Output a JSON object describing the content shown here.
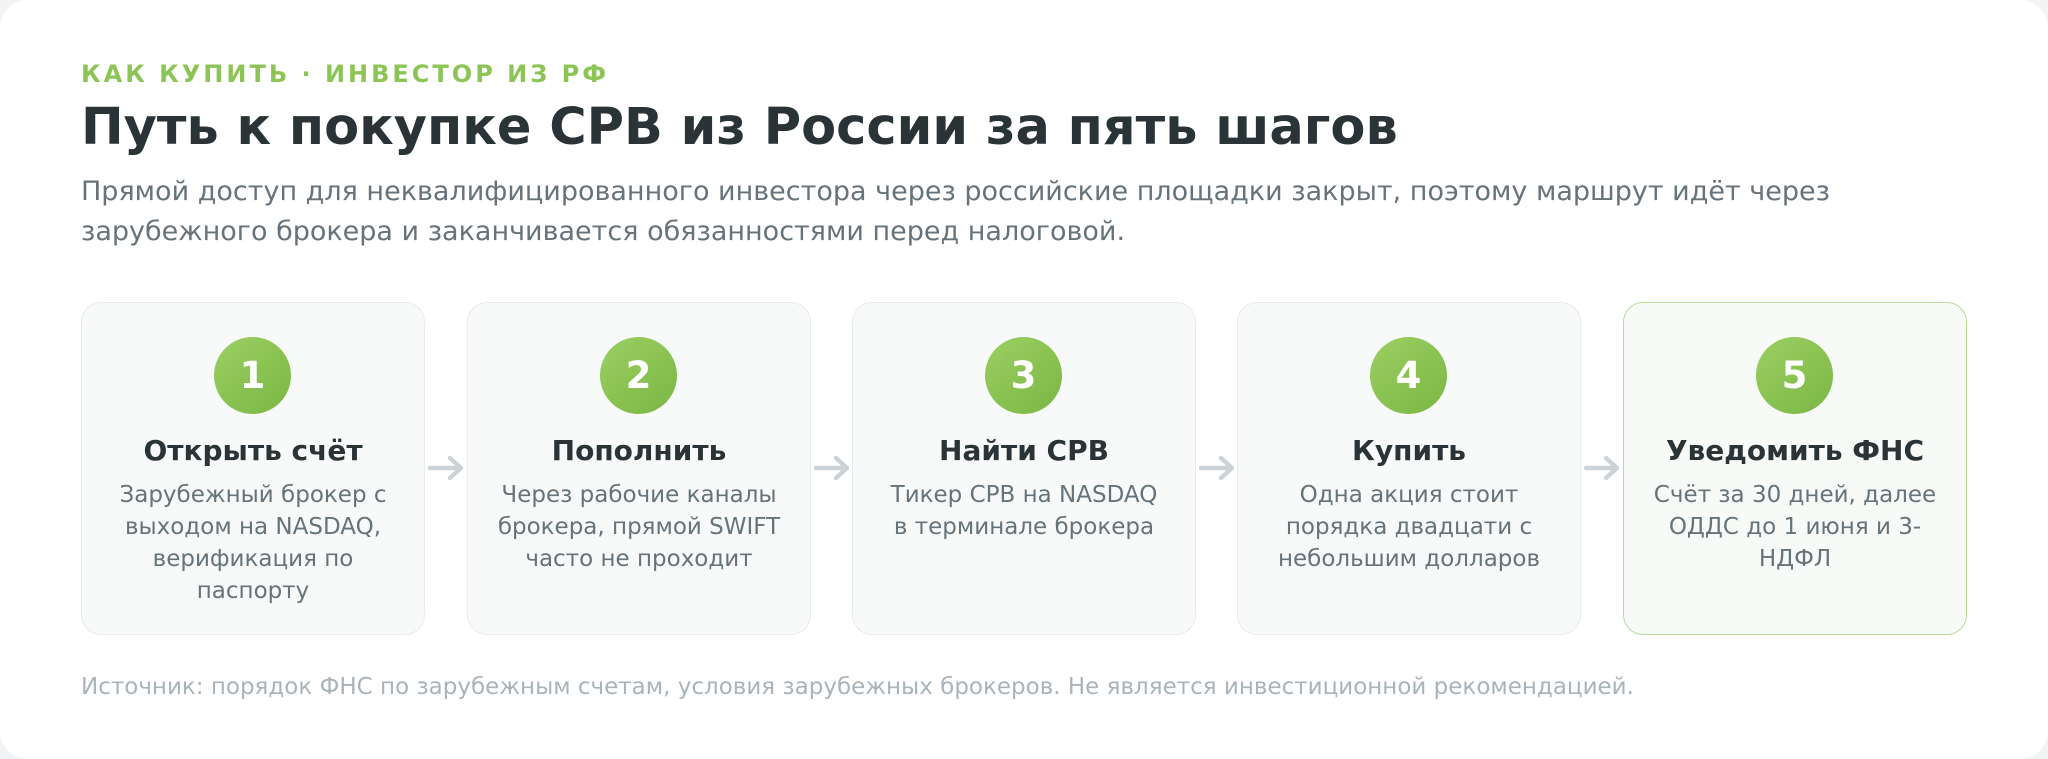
{
  "header": {
    "eyebrow": "КАК КУПИТЬ · ИНВЕСТОР ИЗ РФ",
    "title": "Путь к покупке CPB из России за пять шагов",
    "lead": "Прямой доступ для неквалифицированного инвестора через российские площадки закрыт, поэтому маршрут идёт через зарубежного брокера и заканчивается обязанностями перед налоговой."
  },
  "steps": [
    {
      "number": "1",
      "title": "Открыть счёт",
      "text": "Зарубежный брокер с выходом на NASDAQ, верификация по паспорту"
    },
    {
      "number": "2",
      "title": "Пополнить",
      "text": "Через рабочие каналы брокера, прямой SWIFT часто не проходит"
    },
    {
      "number": "3",
      "title": "Найти CPB",
      "text": "Тикер CPB на NASDAQ в терминале брокера"
    },
    {
      "number": "4",
      "title": "Купить",
      "text": "Одна акция стоит порядка двадцати с небольшим долларов"
    },
    {
      "number": "5",
      "title": "Уведомить ФНС",
      "text": "Счёт за 30 дней, далее ОДДС до 1 июня и 3-НДФЛ"
    }
  ],
  "footer": {
    "source": "Источник: порядок ФНС по зарубежным счетам, условия зарубежных брокеров. Не является инвестиционной рекомендацией."
  },
  "colors": {
    "accent": "#8cc556",
    "title": "#2a3336",
    "muted": "#66737a",
    "arrow": "#ccd3d7",
    "highlight_border": "#b9dd95"
  },
  "icons": {
    "connector": "arrow-right-icon"
  }
}
